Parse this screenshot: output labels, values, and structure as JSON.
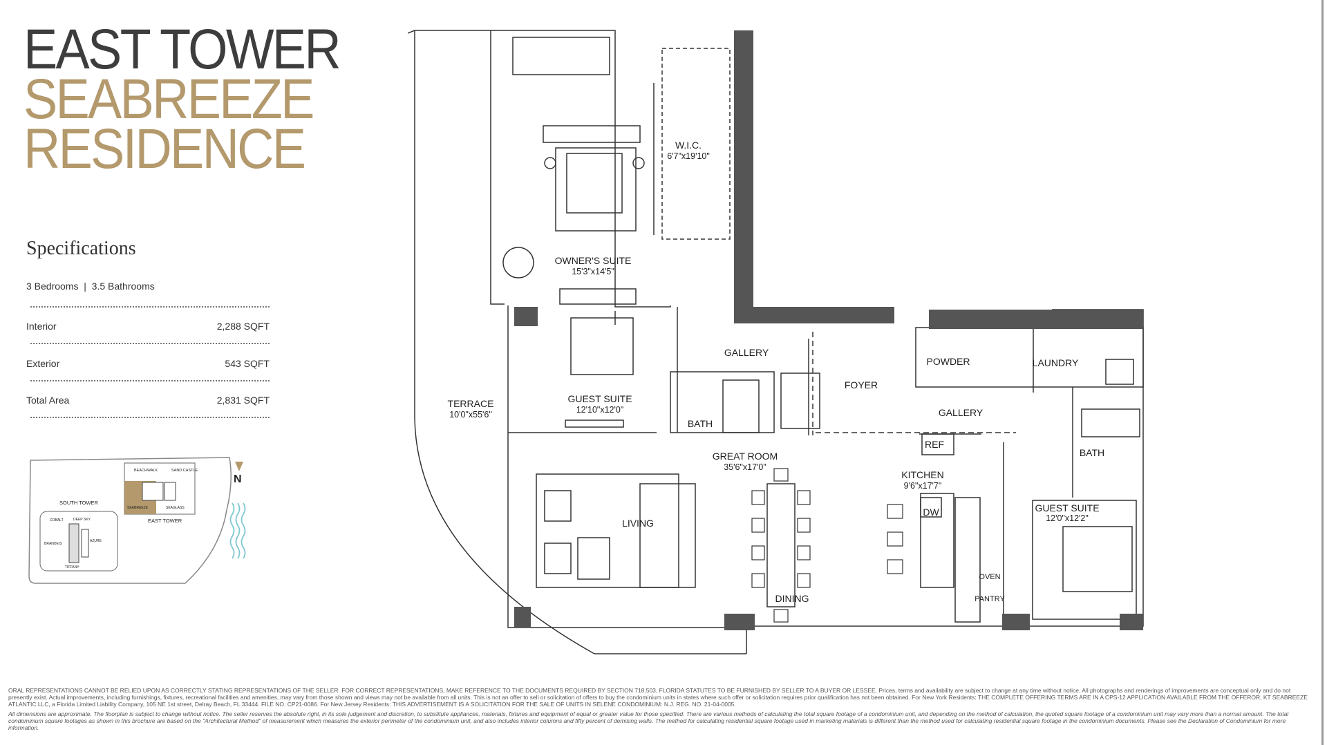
{
  "brand": {
    "line1": "EAST TOWER",
    "line2": "SEABREEZE",
    "line3": "RESIDENCE",
    "colors": {
      "dark": "#3d3d3d",
      "gold": "#b3996c",
      "wall": "#555555"
    }
  },
  "specs": {
    "heading": "Specifications",
    "summary": "3 Bedrooms  |  3.5 Bathrooms",
    "rows": [
      {
        "label": "Interior",
        "value": "2,288 SQFT"
      },
      {
        "label": "Exterior",
        "value": "543 SQFT"
      },
      {
        "label": "Total Area",
        "value": "2,831 SQFT"
      }
    ]
  },
  "site_map": {
    "north": "N",
    "labels": {
      "beachwalk": "BEACHWALK",
      "sand_castle": "SAND CASTLE",
      "seabreeze": "SEABREEZE",
      "seaglass": "SEAGLASS",
      "south_tower": "SOUTH TOWER",
      "east_tower": "EAST TOWER",
      "cobalt": "COBALT",
      "deep_sky": "DEEP SKY",
      "azure": "AZURE",
      "brandeis": "BRANDEIS",
      "tiffany": "TIFFANY"
    }
  },
  "floorplan": {
    "wic": {
      "name": "W.I.C.",
      "dim": "6'7\"x19'10\""
    },
    "owners_suite": {
      "name": "OWNER'S SUITE",
      "dim": "15'3\"x14'5\""
    },
    "guest_suite_1": {
      "name": "GUEST SUITE",
      "dim": "12'10\"x12'0\""
    },
    "gallery_1": "GALLERY",
    "bath_1": "BATH",
    "terrace": {
      "name": "TERRACE",
      "dim": "10'0\"x55'6\""
    },
    "foyer": "FOYER",
    "powder": "POWDER",
    "laundry": "LAUNDRY",
    "gallery_2": "GALLERY",
    "great_room": {
      "name": "GREAT ROOM",
      "dim": "35'6\"x17'0\""
    },
    "ref": "REF",
    "kitchen": {
      "name": "KITCHEN",
      "dim": "9'6\"x17'7\""
    },
    "bath_2": "BATH",
    "dw": "DW",
    "guest_suite_2": {
      "name": "GUEST SUITE",
      "dim": "12'0\"x12'2\""
    },
    "living": "LIVING",
    "oven": "OVEN",
    "dining": "DINING",
    "pantry": "PANTRY"
  },
  "disclaimer": {
    "p1": "ORAL REPRESENTATIONS CANNOT BE RELIED UPON AS CORRECTLY STATING REPRESENTATIONS OF THE SELLER. FOR CORRECT REPRESENTATIONS, MAKE REFERENCE TO THE DOCUMENTS REQUIRED BY SECTION 718.503, FLORIDA STATUTES TO BE FURNISHED BY SELLER TO A BUYER OR LESSEE. Prices, terms and availability are subject to change at any time without notice. All photographs and renderings of improvements are conceptual only and do not presently exist.  Actual improvements, including furnishings, fixtures, recreational facilities and amenities, may vary from those shown and views may not be available from all units. This is not an offer to sell or solicitation of offers to buy the condominium units in states where such offer or solicitation requires prior qualification has not been obtained.  For New York Residents: THE COMPLETE OFFERING TERMS ARE IN A CPS-12 APPLICATION AVAILABLE FROM THE OFFEROR, KT SEABREEZE ATLANTIC LLC, a Florida Limited Liability Company, 105 NE 1st street, Delray Beach, FL 33444. FILE NO. CP21-0086. For New Jersey Residents: THIS ADVERTISEMENT IS A SOLICITATION FOR THE SALE OF UNITS IN SELENE CONDOMINIUM: N.J. REG. NO. 21-04-0005.",
    "p2": "All dimensions are approximate. The floorplan is subject to change without notice. The seller reserves the absolute right, in its sole judgement and discretion, to substitute appliances, materials, fixtures and equipment of equal or greater value for those specified. There are various methods of calculating the total square footage of a condominium unit, and depending on the method of calculation, the quoted square footage of a condominium unit may vary more than a normal amount. The total condominium square footages as shown in this brochure are based on the \"Architectural Method\" of measurement which measures the exterior perimeter of the condominium unit, and also includes interior columns and fifty percent of demising walls. The method for calculating residential square footage used in marketing materials is different than the method used for calculating residential square footage in the condominium documents. Please see the Declaration of Condominium for more information."
  }
}
